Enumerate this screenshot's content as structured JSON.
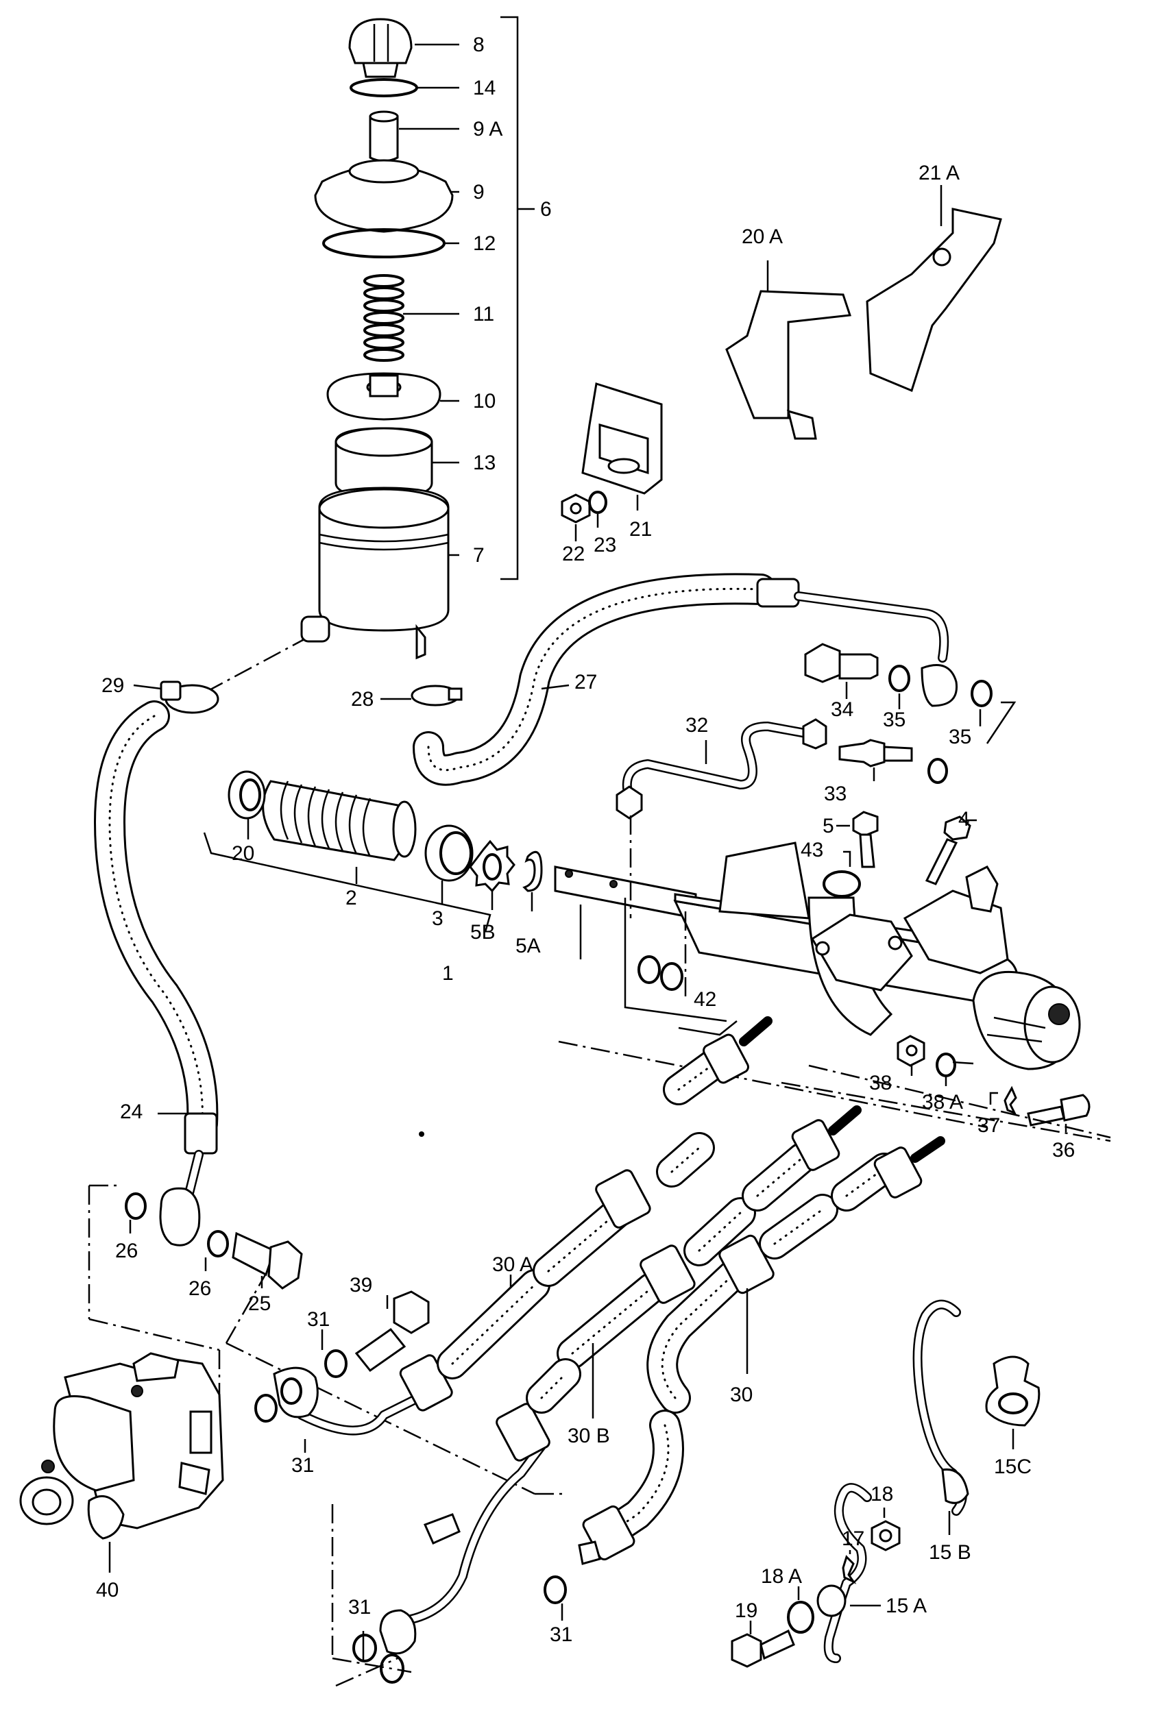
{
  "callouts": {
    "c8": "8",
    "c14": "14",
    "c9A": "9 A",
    "c9": "9",
    "c6": "6",
    "c12": "12",
    "c11": "11",
    "c10": "10",
    "c13": "13",
    "c7": "7",
    "c21A": "21 A",
    "c20A": "20 A",
    "c21": "21",
    "c22": "22",
    "c23": "23",
    "c29": "29",
    "c28": "28",
    "c27": "27",
    "c34": "34",
    "c35a": "35",
    "c35b": "35",
    "c32": "32",
    "c33": "33",
    "c5": "5",
    "c4": "4",
    "c43": "43",
    "c20": "20",
    "c2": "2",
    "c3": "3",
    "c5B": "5B",
    "c5A": "5A",
    "c1": "1",
    "c42": "42",
    "c38": "38",
    "c38A": "38 A",
    "c37": "37",
    "c36": "36",
    "c24": "24",
    "c26a": "26",
    "c26b": "26",
    "c25": "25",
    "c39": "39",
    "c31a": "31",
    "c31b": "31",
    "c31c": "31",
    "c31d": "31",
    "c30A": "30 A",
    "c30B": "30 B",
    "c30": "30",
    "c40": "40",
    "c18": "18",
    "c17": "17",
    "c18A": "18 A",
    "c19": "19",
    "c15A": "15 A",
    "c15B": "15 B",
    "c15C": "15C"
  }
}
